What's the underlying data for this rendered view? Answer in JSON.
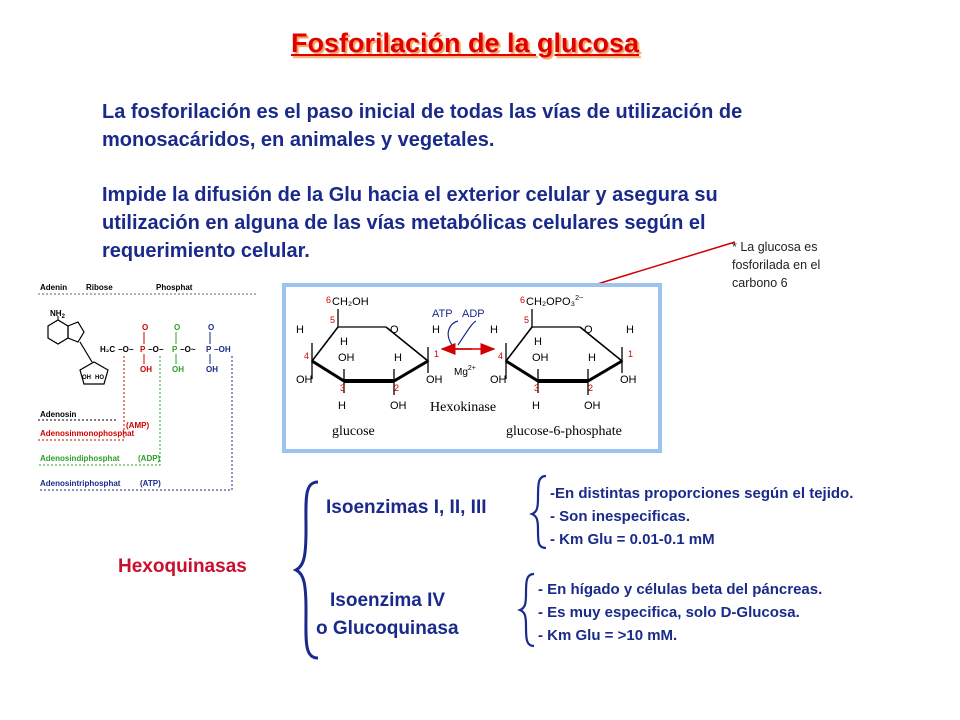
{
  "title": "Fosforilación de la glucosa",
  "paragraph1": {
    "line1": "La fosforilación es el paso inicial de todas las vías de utilización de",
    "line2": "monosacáridos, en animales y vegetales."
  },
  "paragraph2": {
    "line1": "Impide la difusión de la Glu hacia el exterior celular y asegura su",
    "line2": "utilización en alguna de las vías metabólicas celulares según el",
    "line3": "requerimiento celular."
  },
  "note": {
    "line1": "* La glucosa es",
    "line2": "fosforilada en el",
    "line3": "carbono 6"
  },
  "atp_figure": {
    "header_adenin": "Adenin",
    "header_ribose": "Ribose",
    "header_phosphat": "Phosphat",
    "nh2": "NH",
    "nh2_sub": "2",
    "ch2": "H₂C",
    "oh": "OH",
    "ho": "HO",
    "amp": "(AMP)",
    "adp": "(ADP)",
    "atp": "(ATP)",
    "adenosin": "Adenosin",
    "adenosinmono": "Adenosinmonophosphat",
    "adenosindi": "Adenosindiphosphat",
    "adenosintri": "Adenosintriphosphat"
  },
  "reaction": {
    "atp": "ATP",
    "adp": "ADP",
    "mg": "Mg",
    "mg_sup": "2+",
    "enzyme": "Hexokinase",
    "substrate": "glucose",
    "product": "glucose-6-phosphate",
    "ch2oh": "CH₂OH",
    "ch2opo3": "CH₂OPO₃",
    "ch2opo3_sup": "2−",
    "h": "H",
    "o": "O",
    "oh": "OH",
    "c6": "6",
    "c5": "5",
    "c4": "4",
    "c3": "3",
    "c2": "2",
    "c1": "1"
  },
  "hexoquinasas": "Hexoquinasas",
  "isoenzimas_1": "Isoenzimas I, II, III",
  "isoenzima_4_line1": "Isoenzima IV",
  "isoenzima_4_line2": "o Glucoquinasa",
  "list1": [
    "-En distintas proporciones según el tejido.",
    "- Son inespecificas.",
    "- Km Glu = 0.01-0.1 mM"
  ],
  "list2": [
    "- En hígado y células beta del páncreas.",
    "- Es muy especifica, solo D-Glucosa.",
    "- Km Glu = >10 mM."
  ],
  "colors": {
    "title": "#e00000",
    "text": "#1a2a8a",
    "hexoquinasas": "#c8102e",
    "frame": "#9ec3ee",
    "carbon_numbers": "#d00000"
  }
}
